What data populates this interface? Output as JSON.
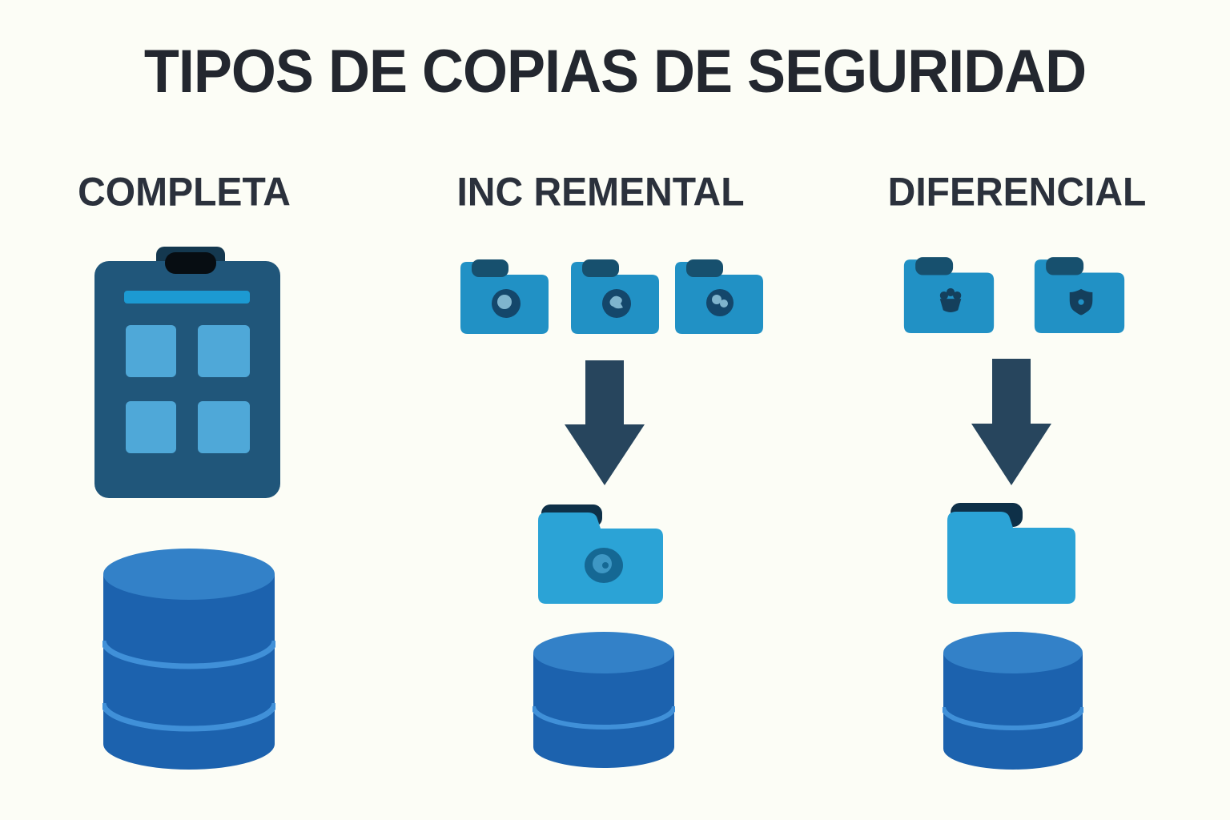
{
  "title": "TIPOS DE COPIAS DE SEGURIDAD",
  "columns": {
    "completa": {
      "label": "COMPLETA",
      "icons": [
        "clipboard-icon",
        "database-3-tier-icon"
      ]
    },
    "incremental": {
      "label": "INC REMENTAL",
      "source_folder_icons": [
        "folder-sphere-badge-icon",
        "folder-bird-badge-icon",
        "folder-flower-badge-icon"
      ],
      "arrow_icon": "down-arrow-icon",
      "result_folder_icon": "folder-sphere-badge-icon",
      "database_icon": "database-2-tier-icon"
    },
    "diferencial": {
      "label": "DIFERENCIAL",
      "source_folder_icons": [
        "folder-basket-glyph-icon",
        "folder-shield-glyph-icon"
      ],
      "arrow_icon": "down-arrow-icon",
      "result_folder_icon": "folder-plain-icon",
      "database_icon": "database-2-tier-icon"
    }
  },
  "colors": {
    "background": "#fcfdf6",
    "title_text": "#23272f",
    "header_text": "#2b313c",
    "folder_body": "#2191c5",
    "folder_body_bright": "#2ba3d6",
    "folder_tab": "#17506e",
    "folder_tab_dark": "#0e3048",
    "badge_dark": "#14476b",
    "badge_light": "#7fb4cd",
    "badge_mid": "#156894",
    "badge_inner": "#3e97c4",
    "glyph_dark": "#143f5c",
    "clipboard_body": "#20567a",
    "clipboard_clip_outer": "#14384f",
    "clipboard_clip": "#070d12",
    "clipboard_bar": "#1c9ad2",
    "clipboard_square": "#4fa8d8",
    "db_body": "#1c62ae",
    "db_top": "#3381c8",
    "db_line": "#4090d8",
    "arrow": "#27455d"
  }
}
